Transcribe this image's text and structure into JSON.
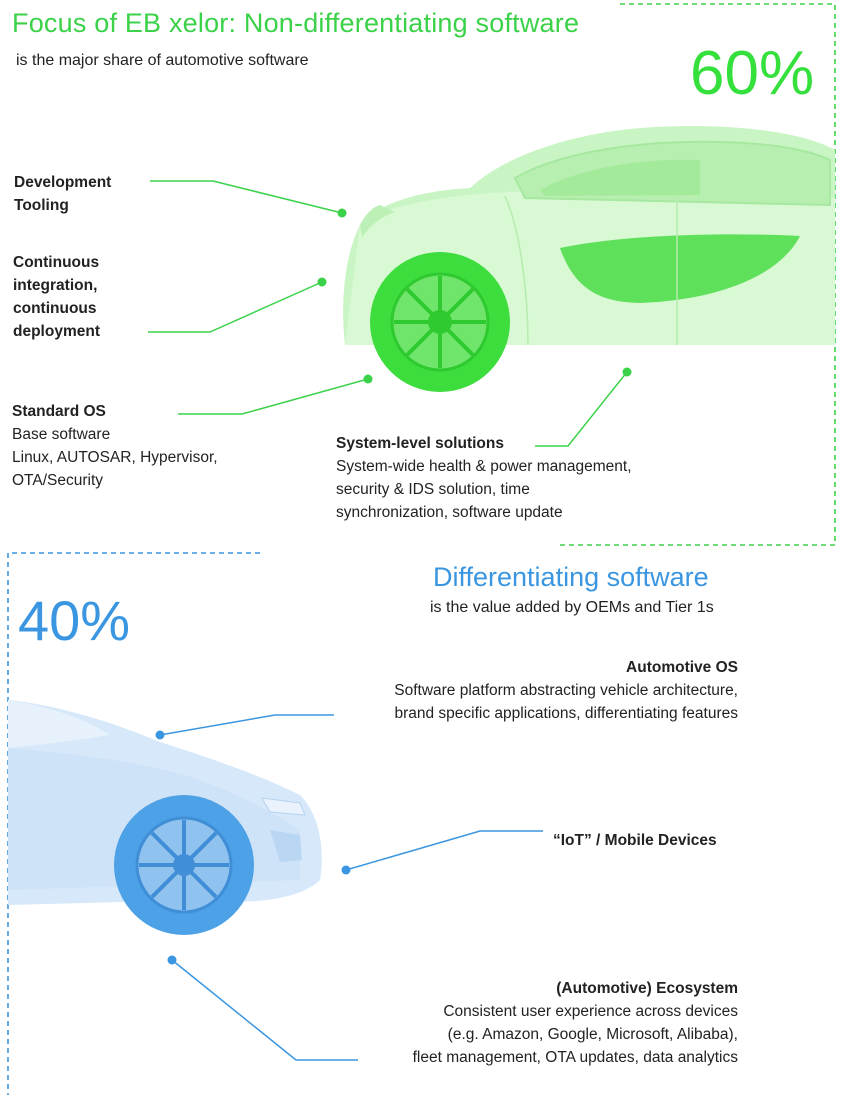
{
  "top": {
    "title": "Focus of EB xelor: Non-differentiating software",
    "subtitle": "is the major share of automotive  software",
    "percent": "60%",
    "color": "#35e03c",
    "labels": {
      "dev_tooling": [
        "Development",
        "Tooling"
      ],
      "ci_cd": [
        "Continuous",
        "integration,",
        "continuous",
        "deployment"
      ],
      "standard_os_title": "Standard OS",
      "standard_os_lines": [
        "Base software",
        "Linux, AUTOSAR, Hypervisor,",
        "OTA/Security"
      ],
      "system_level_title": "System-level solutions",
      "system_level_lines": [
        "System-wide health & power management,",
        "security & IDS solution, time",
        "synchronization, software update"
      ]
    }
  },
  "bottom": {
    "title": "Differentiating software",
    "subtitle": "is the value added by OEMs and Tier 1s",
    "percent": "40%",
    "color": "#3a96e0",
    "labels": {
      "automotive_os_title": "Automotive OS",
      "automotive_os_lines": [
        "Software platform abstracting vehicle architecture,",
        "brand specific applications, differentiating features"
      ],
      "iot_title": "“IoT” / Mobile Devices",
      "ecosystem_title": "(Automotive) Ecosystem",
      "ecosystem_lines": [
        "Consistent user experience across devices",
        "(e.g. Amazon, Google, Microsoft, Alibaba),",
        "fleet management, OTA updates, data analytics"
      ]
    }
  }
}
